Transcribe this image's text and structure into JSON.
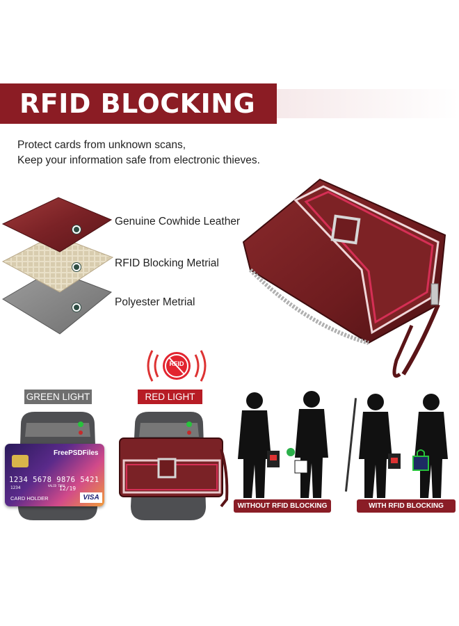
{
  "title": "RFID BLOCKING",
  "tagline": {
    "line1": "Protect cards from unknown scans,",
    "line2": "Keep your information safe from electronic thieves."
  },
  "layers": [
    {
      "label": "Genuine Cowhide Leather"
    },
    {
      "label": "RFID Blocking Metrial"
    },
    {
      "label": "Polyester Metrial"
    }
  ],
  "rfid_badge": "RFID",
  "lights": {
    "green": "GREEN LIGHT",
    "red": "RED LIGHT"
  },
  "card": {
    "brand": "FreePSDFiles",
    "number": "1234 5678 9876 5421",
    "small": "1234",
    "expiry_label": "VALID THRU",
    "expiry": "12/19",
    "holder": "CARD HOLDER",
    "network": "VISA"
  },
  "scenarios": {
    "without": "WITHOUT RFID BLOCKING",
    "with": "WITH RFID BLOCKING"
  },
  "colors": {
    "banner": "#8b1c24",
    "leather": "#7a2226",
    "grey_label": "#6f6f6f",
    "red_label": "#b71c25",
    "dark_label": "#8a1d26"
  }
}
